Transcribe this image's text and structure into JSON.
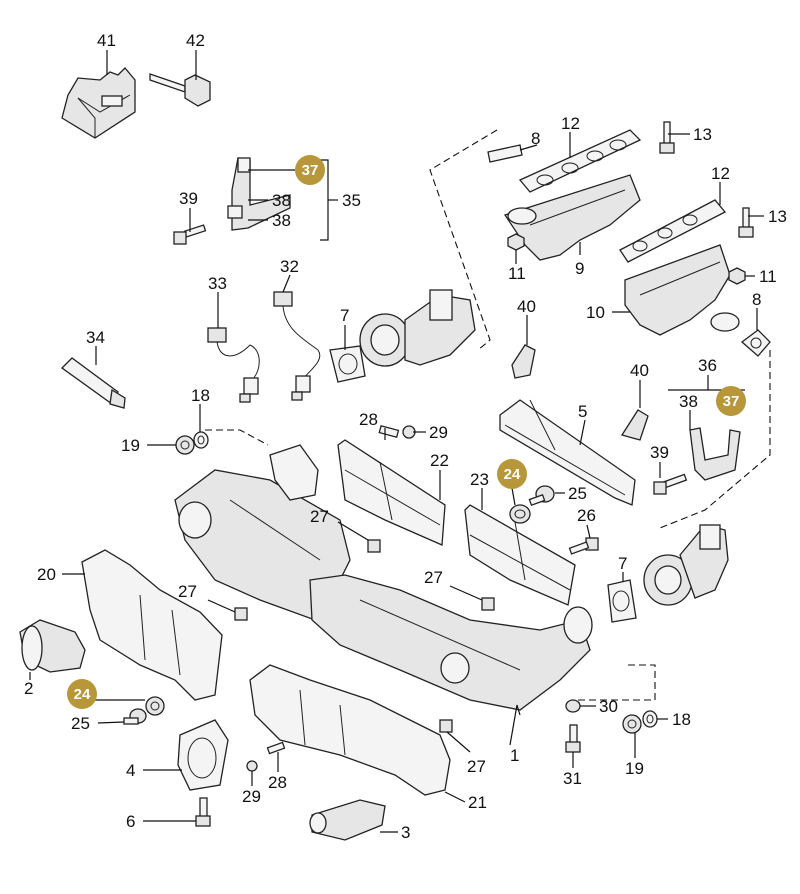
{
  "diagram": {
    "labels": [
      {
        "id": "41",
        "text": "41"
      },
      {
        "id": "42",
        "text": "42"
      },
      {
        "id": "8a",
        "text": "8"
      },
      {
        "id": "12a",
        "text": "12"
      },
      {
        "id": "13a",
        "text": "13"
      },
      {
        "id": "35",
        "text": "35"
      },
      {
        "id": "38a",
        "text": "38"
      },
      {
        "id": "38b",
        "text": "38"
      },
      {
        "id": "39a",
        "text": "39"
      },
      {
        "id": "12b",
        "text": "12"
      },
      {
        "id": "13b",
        "text": "13"
      },
      {
        "id": "11a",
        "text": "11"
      },
      {
        "id": "9",
        "text": "9"
      },
      {
        "id": "11b",
        "text": "11"
      },
      {
        "id": "33",
        "text": "33"
      },
      {
        "id": "32",
        "text": "32"
      },
      {
        "id": "7a",
        "text": "7"
      },
      {
        "id": "40a",
        "text": "40"
      },
      {
        "id": "10",
        "text": "10"
      },
      {
        "id": "8b",
        "text": "8"
      },
      {
        "id": "34",
        "text": "34"
      },
      {
        "id": "36",
        "text": "36"
      },
      {
        "id": "18a",
        "text": "18"
      },
      {
        "id": "40b",
        "text": "40"
      },
      {
        "id": "38c",
        "text": "38"
      },
      {
        "id": "5",
        "text": "5"
      },
      {
        "id": "28a",
        "text": "28"
      },
      {
        "id": "29a",
        "text": "29"
      },
      {
        "id": "19a",
        "text": "19"
      },
      {
        "id": "39b",
        "text": "39"
      },
      {
        "id": "22",
        "text": "22"
      },
      {
        "id": "23",
        "text": "23"
      },
      {
        "id": "25a",
        "text": "25"
      },
      {
        "id": "27a",
        "text": "27"
      },
      {
        "id": "26",
        "text": "26"
      },
      {
        "id": "20",
        "text": "20"
      },
      {
        "id": "7b",
        "text": "7"
      },
      {
        "id": "27b",
        "text": "27"
      },
      {
        "id": "27c",
        "text": "27"
      },
      {
        "id": "2",
        "text": "2"
      },
      {
        "id": "30",
        "text": "30"
      },
      {
        "id": "18b",
        "text": "18"
      },
      {
        "id": "25b",
        "text": "25"
      },
      {
        "id": "1",
        "text": "1"
      },
      {
        "id": "4",
        "text": "4"
      },
      {
        "id": "31",
        "text": "31"
      },
      {
        "id": "19b",
        "text": "19"
      },
      {
        "id": "27d",
        "text": "27"
      },
      {
        "id": "28b",
        "text": "28"
      },
      {
        "id": "29b",
        "text": "29"
      },
      {
        "id": "21",
        "text": "21"
      },
      {
        "id": "6",
        "text": "6"
      },
      {
        "id": "3",
        "text": "3"
      }
    ],
    "badges": [
      {
        "id": "37a",
        "text": "37"
      },
      {
        "id": "37b",
        "text": "37"
      },
      {
        "id": "24a",
        "text": "24"
      },
      {
        "id": "24b",
        "text": "24"
      }
    ],
    "badge_color": "#b8963a"
  }
}
